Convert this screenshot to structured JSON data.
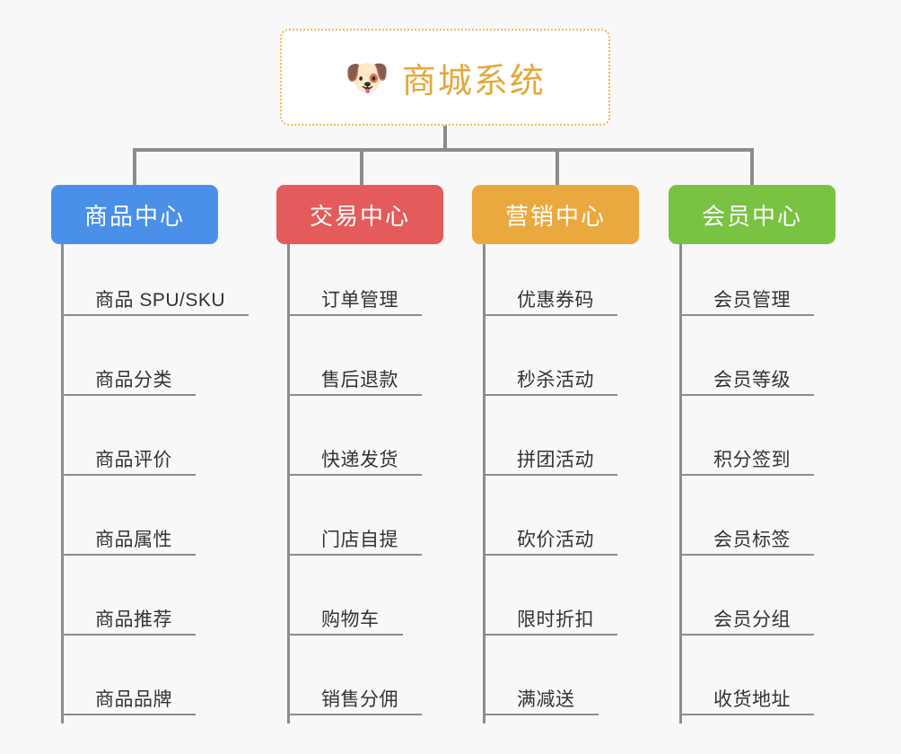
{
  "background_color": "#f8f8f8",
  "root": {
    "icon": "dog-face-emoji",
    "icon_glyph": "🐶",
    "title": "商城系统",
    "title_color": "#e3a93b",
    "border_color": "#f0b952",
    "background": "#ffffff"
  },
  "connector_color": "#8a8c8e",
  "categories": [
    {
      "id": "product-center",
      "label": "商品中心",
      "color": "#4a90e8",
      "items": [
        "商品 SPU/SKU",
        "商品分类",
        "商品评价",
        "商品属性",
        "商品推荐",
        "商品品牌"
      ]
    },
    {
      "id": "trade-center",
      "label": "交易中心",
      "color": "#e35b5b",
      "items": [
        "订单管理",
        "售后退款",
        "快递发货",
        "门店自提",
        "购物车",
        "销售分佣"
      ]
    },
    {
      "id": "marketing-center",
      "label": "营销中心",
      "color": "#eaa93e",
      "items": [
        "优惠券码",
        "秒杀活动",
        "拼团活动",
        "砍价活动",
        "限时折扣",
        "满减送"
      ]
    },
    {
      "id": "member-center",
      "label": "会员中心",
      "color": "#79c242",
      "items": [
        "会员管理",
        "会员等级",
        "积分签到",
        "会员标签",
        "会员分组",
        "收货地址"
      ]
    }
  ]
}
